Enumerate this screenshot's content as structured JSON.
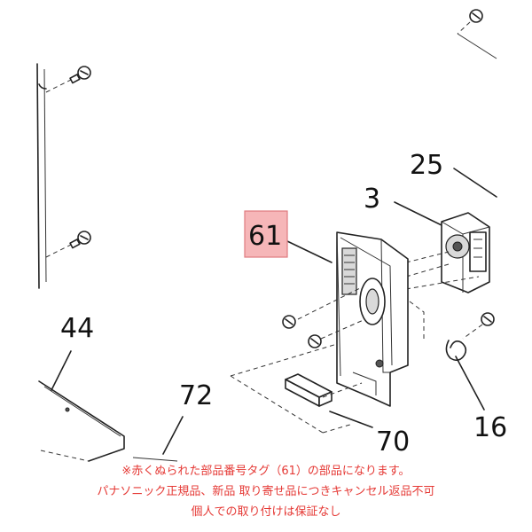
{
  "parts": {
    "p3": "3",
    "p16": "16",
    "p25": "25",
    "p44": "44",
    "p61": "61",
    "p70": "70",
    "p72": "72"
  },
  "highlight": {
    "fill": "#f6b6b8",
    "border": "#e07b80"
  },
  "caption": {
    "line1": "※赤くぬられた部品番号タグ（61）の部品になります。",
    "line2": "パナソニック正規品、新品 取り寄せ品につきキャンセル返品不可",
    "line3": "個人での取り付けは保証なし",
    "color": "#e53935"
  }
}
